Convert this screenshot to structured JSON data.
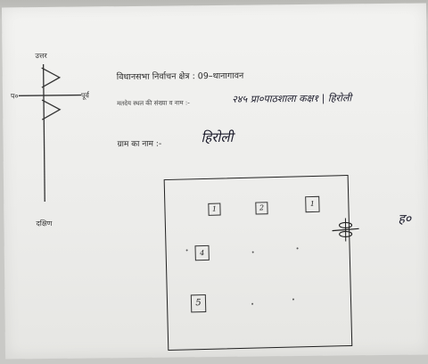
{
  "compass": {
    "north": "उत्तर",
    "west": "प०",
    "east": "पूर्व",
    "south": "दक्षिण"
  },
  "header": {
    "constituency": "विधानसभा निर्वाचन क्षेत्र : 09–थानागावन",
    "booth_label": "मतदेय स्थल की संख्या व नाम :-",
    "booth_handwritten": "२४५ प्रा०पाठशाला कक्ष१ | हिरोली",
    "village_label": "ग्राम का नाम :-",
    "village_handwritten": "हिरोली"
  },
  "map": {
    "houses": [
      "1",
      "2",
      "1",
      "4",
      "5"
    ]
  },
  "signature": "ह०"
}
